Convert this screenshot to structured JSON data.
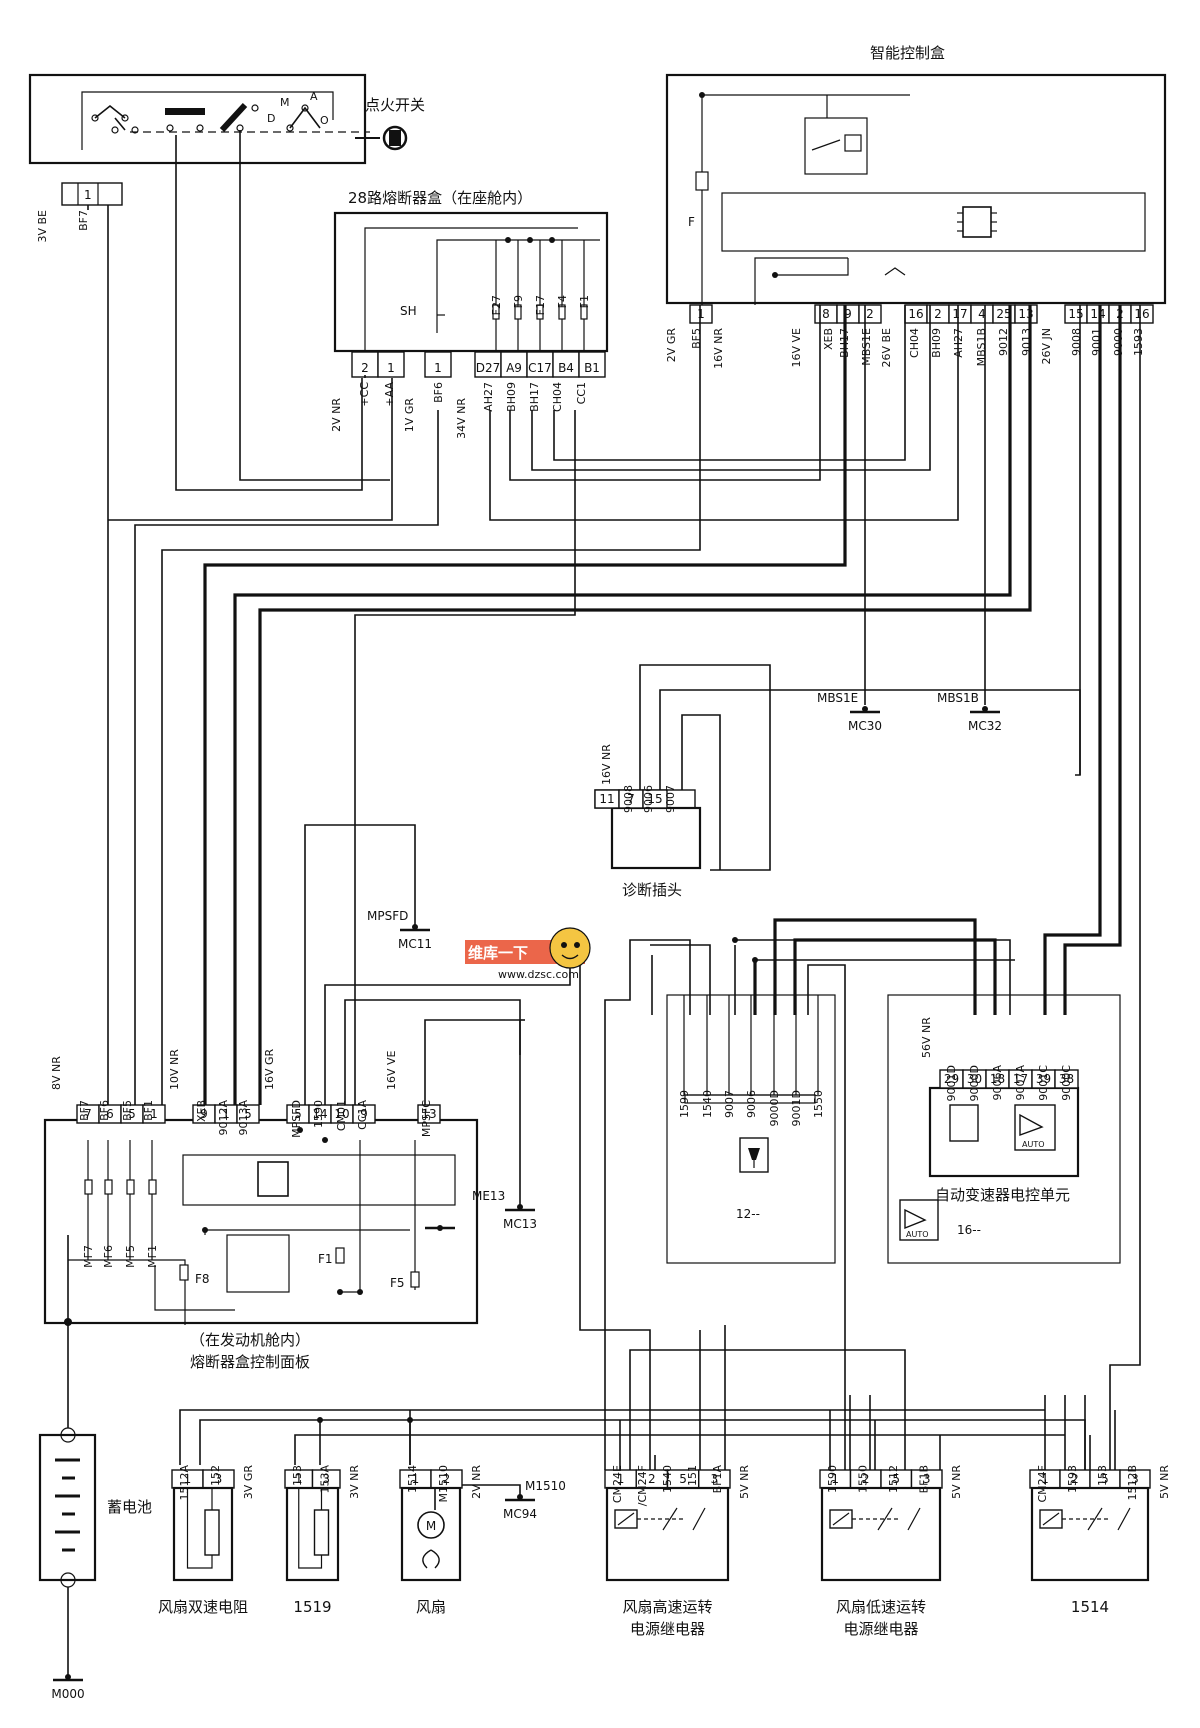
{
  "components": {
    "ignition_switch": "点火开关",
    "ignition_positions": [
      "M",
      "A",
      "D",
      "O"
    ],
    "smart_box": "智能控制盒",
    "fuse_box_28": "28路熔断器盒（在座舱内）",
    "engine_fuse_caption_1": "（在发动机舱内）",
    "engine_fuse_caption_2": "熔断器盒控制面板",
    "battery": "蓄电池",
    "diag": "诊断插头",
    "ecu_12": "12--",
    "auto_ecu": "自动变速器电控单元",
    "ecu_16": "16--",
    "auto_icon_text": "AUTO",
    "fan_resistor": "风扇双速电阻",
    "comp_1519": "1519",
    "fan": "风扇",
    "fan_motor_letter": "M",
    "relay_high_1": "风扇高速运转",
    "relay_high_2": "电源继电器",
    "relay_low_1": "风扇低速运转",
    "relay_low_2": "电源继电器",
    "comp_1514": "1514",
    "watermark_brand": "维库一下",
    "watermark_url": "www.dzsc.com"
  },
  "grounds": {
    "m000": "M000",
    "mc30": "MC30",
    "mbs1e": "MBS1E",
    "mc32": "MC32",
    "mbs1b": "MBS1B",
    "mc11": "MC11",
    "mpsfd": "MPSFD",
    "mc13": "MC13",
    "me13": "ME13",
    "mc94": "MC94",
    "m1510": "M1510"
  },
  "ignition_connector": {
    "pin": "1",
    "conn": "3V BE",
    "wire": "BF7"
  },
  "fuse28": {
    "sh": "SH",
    "fuses": [
      "F27",
      "F9",
      "F17",
      "F4",
      "F1"
    ],
    "pins": [
      "2",
      "1",
      "1",
      "D27",
      "A9",
      "C17",
      "B4",
      "B1"
    ],
    "conn_a": "2V NR",
    "conn_b": "1V GR",
    "conn_c": "34V NR",
    "wires": [
      "+CC",
      "+AA",
      "BF6",
      "AH27",
      "BH09",
      "BH17",
      "CH04",
      "CC1"
    ]
  },
  "smart": {
    "fuse": "F",
    "pins_left": [
      "1"
    ],
    "pins": [
      "8",
      "9",
      "2",
      "16",
      "2",
      "17",
      "4",
      "25",
      "13",
      "15",
      "14",
      "2",
      "16"
    ],
    "conns": [
      "2V GR",
      "16V NR",
      "16V VE",
      "26V BE",
      "26V JN"
    ],
    "wires": [
      "BF5",
      "XEB",
      "BH17",
      "MBS1E",
      "CH04",
      "BH09",
      "AH27",
      "MBS1B",
      "9012",
      "9013",
      "9008",
      "9001",
      "9000",
      "1593"
    ]
  },
  "diag_conn": {
    "conn": "16V NR",
    "wires": [
      "9008",
      "9006",
      "9007"
    ],
    "pins": [
      "11",
      "7",
      "15"
    ]
  },
  "engine_panel": {
    "conn_a": "8V NR",
    "conn_b": "10V NR",
    "conn_c": "16V GR",
    "conn_d": "16V VE",
    "wires": [
      "BF7",
      "BF6",
      "BF5",
      "BF1",
      "XEB",
      "9012A",
      "9013A",
      "MPSFD",
      "1590",
      "CM01",
      "CC1A",
      "MPSFC"
    ],
    "pins": [
      "7",
      "6",
      "5",
      "1",
      "9",
      "1",
      "5",
      "5",
      "14",
      "10",
      "9",
      "13"
    ],
    "fuses": [
      "MF7",
      "MF6",
      "MF5",
      "MF1"
    ],
    "f8": "F8",
    "f1": "F1",
    "f5": "F5"
  },
  "ecu12_wires": [
    "1599",
    "1540",
    "9007",
    "9006",
    "9000D",
    "9001D",
    "1550"
  ],
  "auto_ecu_conn": {
    "conn": "56V NR",
    "wires": [
      "9001D",
      "9000D",
      "9006A",
      "9007A",
      "9001C",
      "9000C"
    ],
    "pins": [
      "29",
      "30",
      "18",
      "17",
      "39",
      "38"
    ]
  },
  "fan_res_conn": {
    "wires": [
      "1512A",
      "152"
    ],
    "conn": "3V GR",
    "pins": [
      "1",
      "3"
    ]
  },
  "c1519_conn": {
    "wires": [
      "153",
      "153A"
    ],
    "conn": "3V NR",
    "pins": [
      "1",
      "3"
    ]
  },
  "fan_conn": {
    "wires": [
      "1514",
      "M1510"
    ],
    "conn": "2V NR",
    "pins": [
      "1",
      "2"
    ]
  },
  "relay_high_conn": {
    "wires": [
      "CM24E",
      "/CM24F",
      "1540",
      "151",
      "BF1A"
    ],
    "conn": "5V NR",
    "pins": [
      "1",
      "2",
      "5",
      "3"
    ]
  },
  "relay_low_conn": {
    "wires": [
      "1590",
      "1550",
      "1512",
      "BF1B"
    ],
    "conn": "5V NR",
    "pins": [
      "1",
      "2",
      "5",
      "3"
    ]
  },
  "relay_1514_conn": {
    "wires": [
      "CM24F",
      "1593",
      "153",
      "1512B"
    ],
    "conn": "5V NR",
    "pins": [
      "1",
      "2",
      "5",
      "3"
    ]
  }
}
